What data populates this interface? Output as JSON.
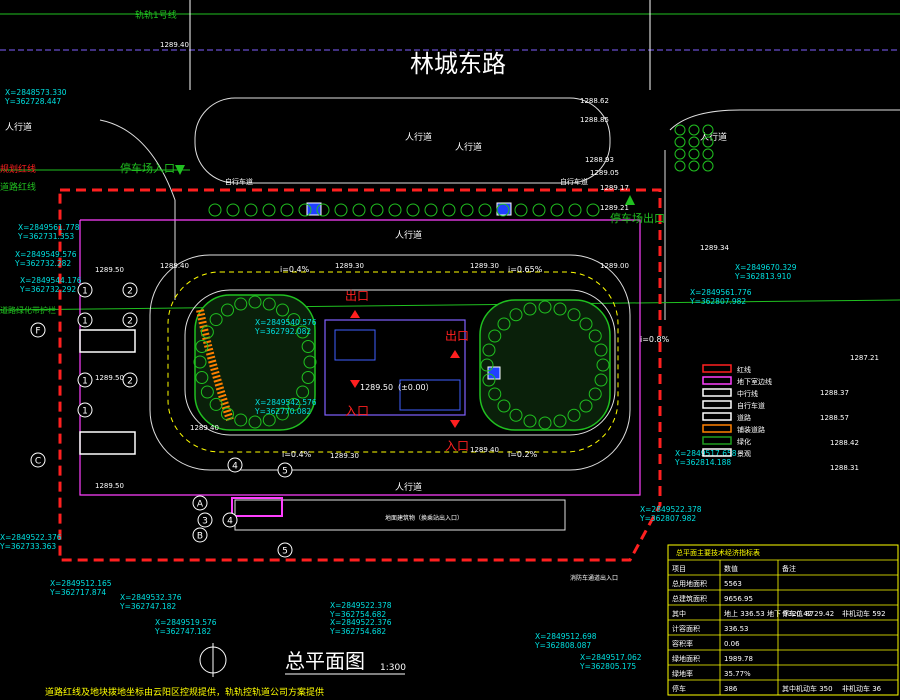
{
  "road_name": "林城东路",
  "plan_title": "总平面图",
  "plan_scale": "1:300",
  "bottom_note": "道路红线及地块拨地坐标由云阳区控规提供，轨轨控轨道公司方案提供",
  "top_line_label": "轨轨1号线",
  "labels": {
    "parking_entrance": "停车场入口",
    "parking_exit": "停车场出口",
    "sidewalk": "人行道",
    "bike_lane": "自行车道",
    "red_line": "规划红线",
    "road_red_line": "道路红线",
    "green_protect": "道路绿化带护栏",
    "exit_1": "出口",
    "exit_2": "出口",
    "entry_1": "入口",
    "entry_2": "入口",
    "center_level": "1289.50（±0.00）",
    "slope_1": "i=0.4%",
    "slope_2": "i=0.65%",
    "slope_3": "i=0.4%",
    "slope_4": "i=0.2%",
    "slope_5": "i=0.8%",
    "bottom_bldg": "地面建筑物（换乘站出入口）",
    "bottom_right_note": "消防车通道出入口"
  },
  "elevations": [
    "1289.40",
    "1289.40",
    "1289.30",
    "1289.30",
    "1289.00",
    "1289.50",
    "1289.50",
    "1289.40",
    "1289.30",
    "1289.40",
    "1289.50",
    "1288.62",
    "1288.85",
    "1288.93",
    "1289.05",
    "1289.17",
    "1289.21",
    "1289.34",
    "1287.21",
    "1288.37",
    "1288.57",
    "1288.42",
    "1288.31"
  ],
  "coordinates": [
    {
      "x": "X=2848573.330",
      "y": "Y=362728.447"
    },
    {
      "x": "X=2849561.778",
      "y": "Y=362731.353"
    },
    {
      "x": "X=2849549.576",
      "y": "Y=362732.282"
    },
    {
      "x": "X=2849544.176",
      "y": "Y=362732.292"
    },
    {
      "x": "X=2849670.329",
      "y": "Y=362813.910"
    },
    {
      "x": "X=2849561.776",
      "y": "Y=362807.982"
    },
    {
      "x": "X=2849540.576",
      "y": "Y=362792.082"
    },
    {
      "x": "X=2849542.576",
      "y": "Y=362770.082"
    },
    {
      "x": "X=2849517.658",
      "y": "Y=362814.188"
    },
    {
      "x": "X=2849522.378",
      "y": "Y=362807.982"
    },
    {
      "x": "X=2849522.376",
      "y": "Y=362733.363"
    },
    {
      "x": "X=2849512.165",
      "y": "Y=362717.874"
    },
    {
      "x": "X=2849532.376",
      "y": "Y=362747.182"
    },
    {
      "x": "X=2849519.576",
      "y": "Y=362747.182"
    },
    {
      "x": "X=2849522.378",
      "y": "Y=362754.682"
    },
    {
      "x": "X=2849522.376",
      "y": "Y=362754.682"
    },
    {
      "x": "X=2849512.698",
      "y": "Y=362808.087"
    },
    {
      "x": "X=2849517.062",
      "y": "Y=362805.175"
    }
  ],
  "axis_markers": [
    "1",
    "2",
    "1",
    "2",
    "F",
    "1",
    "2",
    "1",
    "C",
    "4",
    "3",
    "4",
    "5",
    "A",
    "B",
    "5"
  ],
  "legend": {
    "items": [
      {
        "label": "红线",
        "color": "#ff2020"
      },
      {
        "label": "地下室边线",
        "color": "#ff40ff"
      },
      {
        "label": "中行线",
        "color": "#ffffff"
      },
      {
        "label": "自行车道",
        "color": "#ffffff"
      },
      {
        "label": "道路",
        "color": "#ffffff"
      },
      {
        "label": "铺装道路",
        "color": "#ff8000"
      },
      {
        "label": "绿化",
        "color": "#20a020"
      },
      {
        "label": "景观",
        "color": "#ffffff"
      }
    ]
  },
  "table": {
    "title": "总平面主要技术经济指标表",
    "rows": [
      [
        "项目",
        "数值",
        "备注",
        ""
      ],
      [
        "总用地面积",
        "5563",
        "",
        ""
      ],
      [
        "总建筑面积",
        "9656.95",
        "",
        ""
      ],
      [
        "其中",
        "地上 336.53  地下 9320.42",
        "停车位 8729.42",
        "非机动车 592"
      ],
      [
        "计容面积",
        "336.53",
        "",
        ""
      ],
      [
        "容积率",
        "0.06",
        "",
        ""
      ],
      [
        "绿地面积",
        "1989.78",
        "",
        ""
      ],
      [
        "绿地率",
        "35.77%",
        "",
        ""
      ],
      [
        "停车",
        "386",
        "其中机动车 350",
        "非机动车 36"
      ]
    ]
  },
  "colors": {
    "red_line": "#ff2020",
    "basement": "#ff40ff",
    "green": "#20c020",
    "yellow": "#ffff00",
    "road_white": "#e0e0e0",
    "blue": "#2040ff",
    "cyan": "#00e0e0",
    "purple": "#8060ff"
  }
}
